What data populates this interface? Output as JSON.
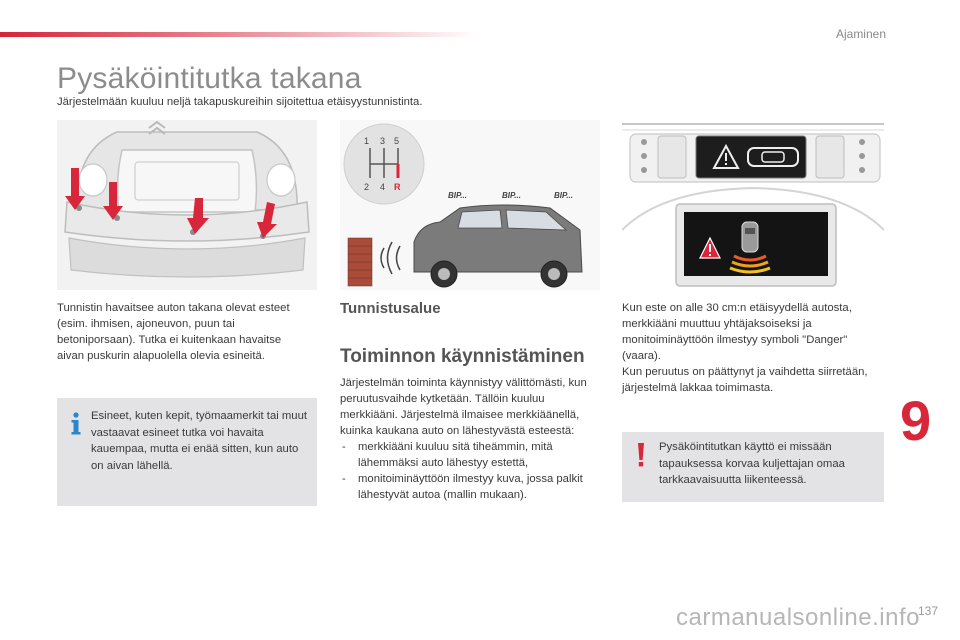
{
  "header": {
    "section": "Ajaminen"
  },
  "title": "Pysäköintitutka takana",
  "intro": "Järjestelmään kuuluu neljä takapuskureihin sijoitettua etäisyystunnistinta.",
  "figure2": {
    "beep_labels": [
      "BIP...",
      "BIP...",
      "BIP..."
    ],
    "gear_labels": [
      "1",
      "3",
      "5",
      "2",
      "4",
      "R"
    ]
  },
  "col1": {
    "paragraph": "Tunnistin havaitsee auton takana olevat esteet (esim. ihmisen, ajoneuvon, puun tai betoniporsaan). Tutka ei kuitenkaan havaitse aivan puskurin alapuolella olevia esineitä.",
    "info_note": "Esineet, kuten kepit, työmaamerkit tai muut vastaavat esineet tutka voi havaita kauempaa, mutta ei enää sitten, kun auto on aivan lähellä."
  },
  "col2": {
    "heading_small": "Tunnistusalue",
    "heading_large": "Toiminnon käynnistäminen",
    "paragraph": "Järjestelmän toiminta käynnistyy välittömästi, kun peruutusvaihde kytketään. Tällöin kuuluu merkkiääni. Järjestelmä ilmaisee merkkiäänellä, kuinka kaukana auto on lähestyvästä esteestä:",
    "list": [
      "merkkiääni kuuluu sitä tiheämmin, mitä lähemmäksi auto lähestyy estettä,",
      "monitoiminäyttöön ilmestyy kuva, jossa palkit lähestyvät autoa (mallin mukaan)."
    ]
  },
  "col3": {
    "paragraph1": "Kun este on alle 30 cm:n etäisyydellä autosta, merkkiääni muuttuu yhtäjaksoiseksi ja monitoiminäyttöön ilmestyy symboli \"Danger\" (vaara).",
    "paragraph2": "Kun peruutus on päättynyt ja vaihdetta siirretään, järjestelmä lakkaa toimimasta.",
    "warning_note": "Pysäköintitutkan käyttö ei missään tapauksessa korvaa kuljettajan omaa tarkkaavaisuutta liikenteessä."
  },
  "chapter_number": "9",
  "footer": {
    "url": "carmanualsonline.info",
    "page_number": "137"
  },
  "colors": {
    "accent": "#d8263b",
    "note_bg": "#e3e3e6",
    "title_gray": "#8c8c8c"
  }
}
